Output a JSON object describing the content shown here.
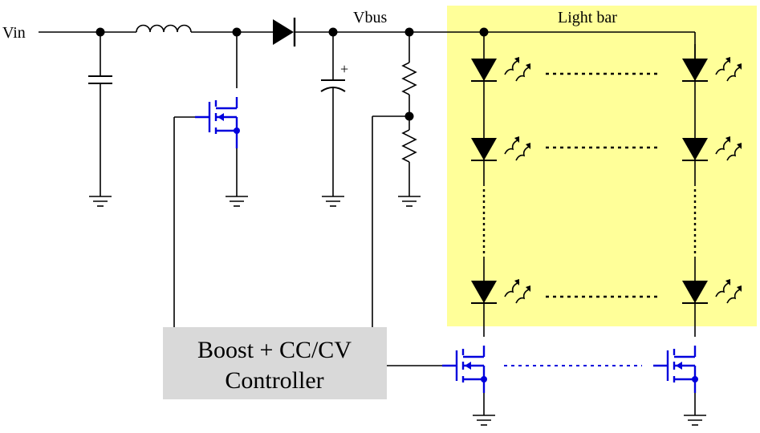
{
  "labels": {
    "vin": "Vin",
    "vbus": "Vbus",
    "light_bar": "Light bar",
    "controller_line1": "Boost + CC/CV",
    "controller_line2": "Controller",
    "cap_polarity": "+"
  },
  "colors": {
    "light_bar_fill": "#ffff99",
    "controller_fill": "#d9d9d9",
    "wire": "#000000",
    "mosfet": "#0000dd"
  }
}
